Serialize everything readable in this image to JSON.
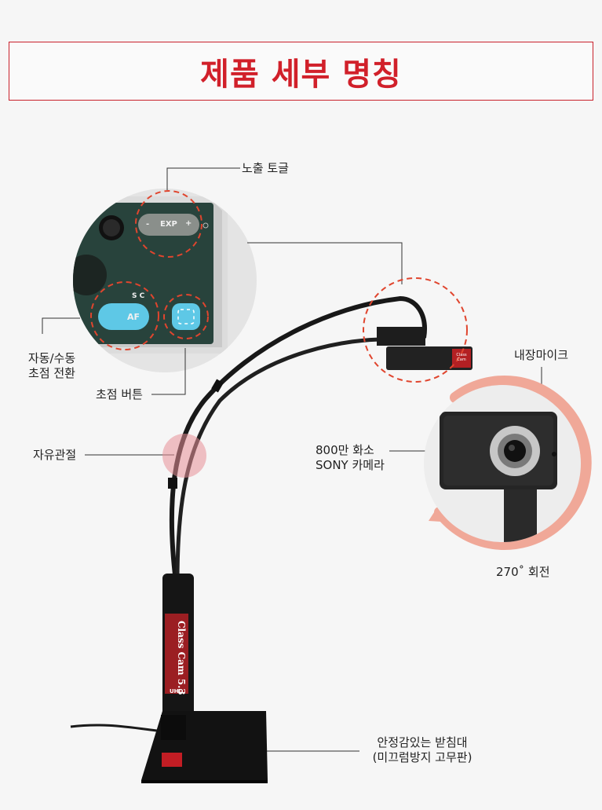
{
  "header": {
    "title": "제품 세부 명칭"
  },
  "labels": {
    "exposure_toggle": "노출 토글",
    "af_switch_line1": "자동/수동",
    "af_switch_line2": "초점 전환",
    "focus_button": "초점 버튼",
    "joint": "자유관절",
    "builtin_mic": "내장마이크",
    "camera_line1": "800만 화소",
    "camera_line2": "SONY 카메라",
    "rotation": "270˚ 회전",
    "stand_line1": "안정감있는 받침대",
    "stand_line2": "(미끄럼방지 고무판)"
  },
  "device": {
    "exp_minus": "-",
    "exp_label": "EXP",
    "exp_plus": "+",
    "sc_label": "S C",
    "af_label": "AF",
    "stem_label": "Class Cam 5.3",
    "uhd_label": "UHD",
    "head_brand": "Class Cam"
  },
  "colors": {
    "accent_red": "#d1202a",
    "arrow_salmon": "#f0a898",
    "device_green": "#28433c",
    "af_blue": "#5ec8e6"
  }
}
